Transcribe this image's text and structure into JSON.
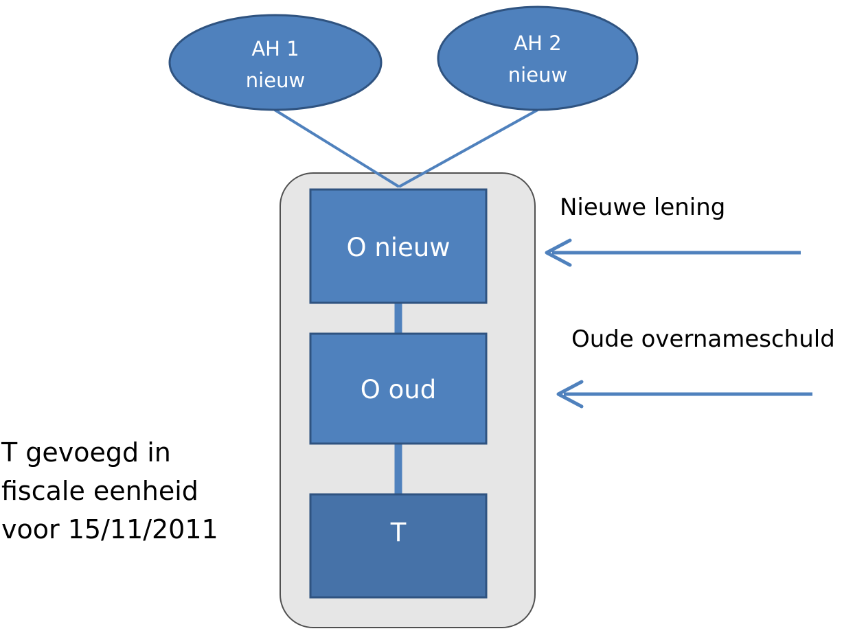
{
  "colors": {
    "node_fill": "#4f81bd",
    "node_fill_dark": "#4672a8",
    "node_stroke": "#2f5380",
    "connector": "#4f81bd",
    "container_fill": "#e6e6e6",
    "container_stroke": "#505050",
    "text_light": "#ffffff",
    "text_dark": "#000000"
  },
  "nodes": {
    "ah1": {
      "line1": "AH 1",
      "line2": "nieuw"
    },
    "ah2": {
      "line1": "AH 2",
      "line2": "nieuw"
    },
    "o_nieuw": {
      "label": "O nieuw"
    },
    "o_oud": {
      "label": "O oud"
    },
    "t": {
      "label": "T"
    }
  },
  "annotations": {
    "new_loan": "Nieuwe lening",
    "old_debt": "Oude overnameschuld",
    "t_note": [
      "T gevoegd in",
      "fiscale eenheid",
      "voor 15/11/2011"
    ]
  }
}
